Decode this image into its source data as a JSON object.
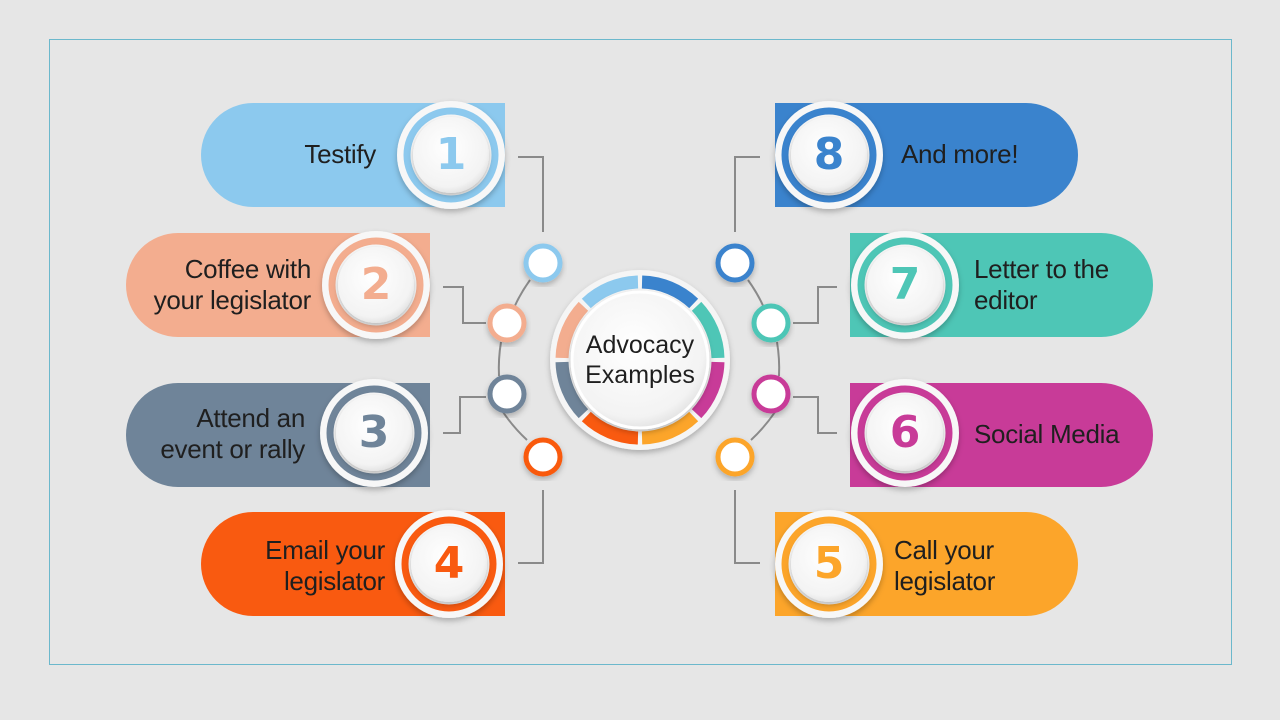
{
  "center": {
    "line1": "Advocacy",
    "line2": "Examples"
  },
  "items": [
    {
      "number": "1",
      "lines": [
        "Testify"
      ],
      "color": "#8cc9ee",
      "side": "left"
    },
    {
      "number": "2",
      "lines": [
        "Coffee with",
        "your legislator"
      ],
      "color": "#f3ad8f",
      "side": "left"
    },
    {
      "number": "3",
      "lines": [
        "Attend an",
        "event or rally"
      ],
      "color": "#6f8499",
      "side": "left"
    },
    {
      "number": "4",
      "lines": [
        "Email your",
        "legislator"
      ],
      "color": "#f95a10",
      "side": "left"
    },
    {
      "number": "5",
      "lines": [
        "Call your",
        "legislator"
      ],
      "color": "#fca52a",
      "side": "right"
    },
    {
      "number": "6",
      "lines": [
        "Social Media"
      ],
      "color": "#c83b98",
      "side": "right"
    },
    {
      "number": "7",
      "lines": [
        "Letter to the",
        "editor"
      ],
      "color": "#4ec6b6",
      "side": "right"
    },
    {
      "number": "8",
      "lines": [
        "And more!"
      ],
      "color": "#3a83cd",
      "side": "right"
    }
  ],
  "frame_color": "#6cb8cc",
  "connector_color": "#8a8a8a"
}
